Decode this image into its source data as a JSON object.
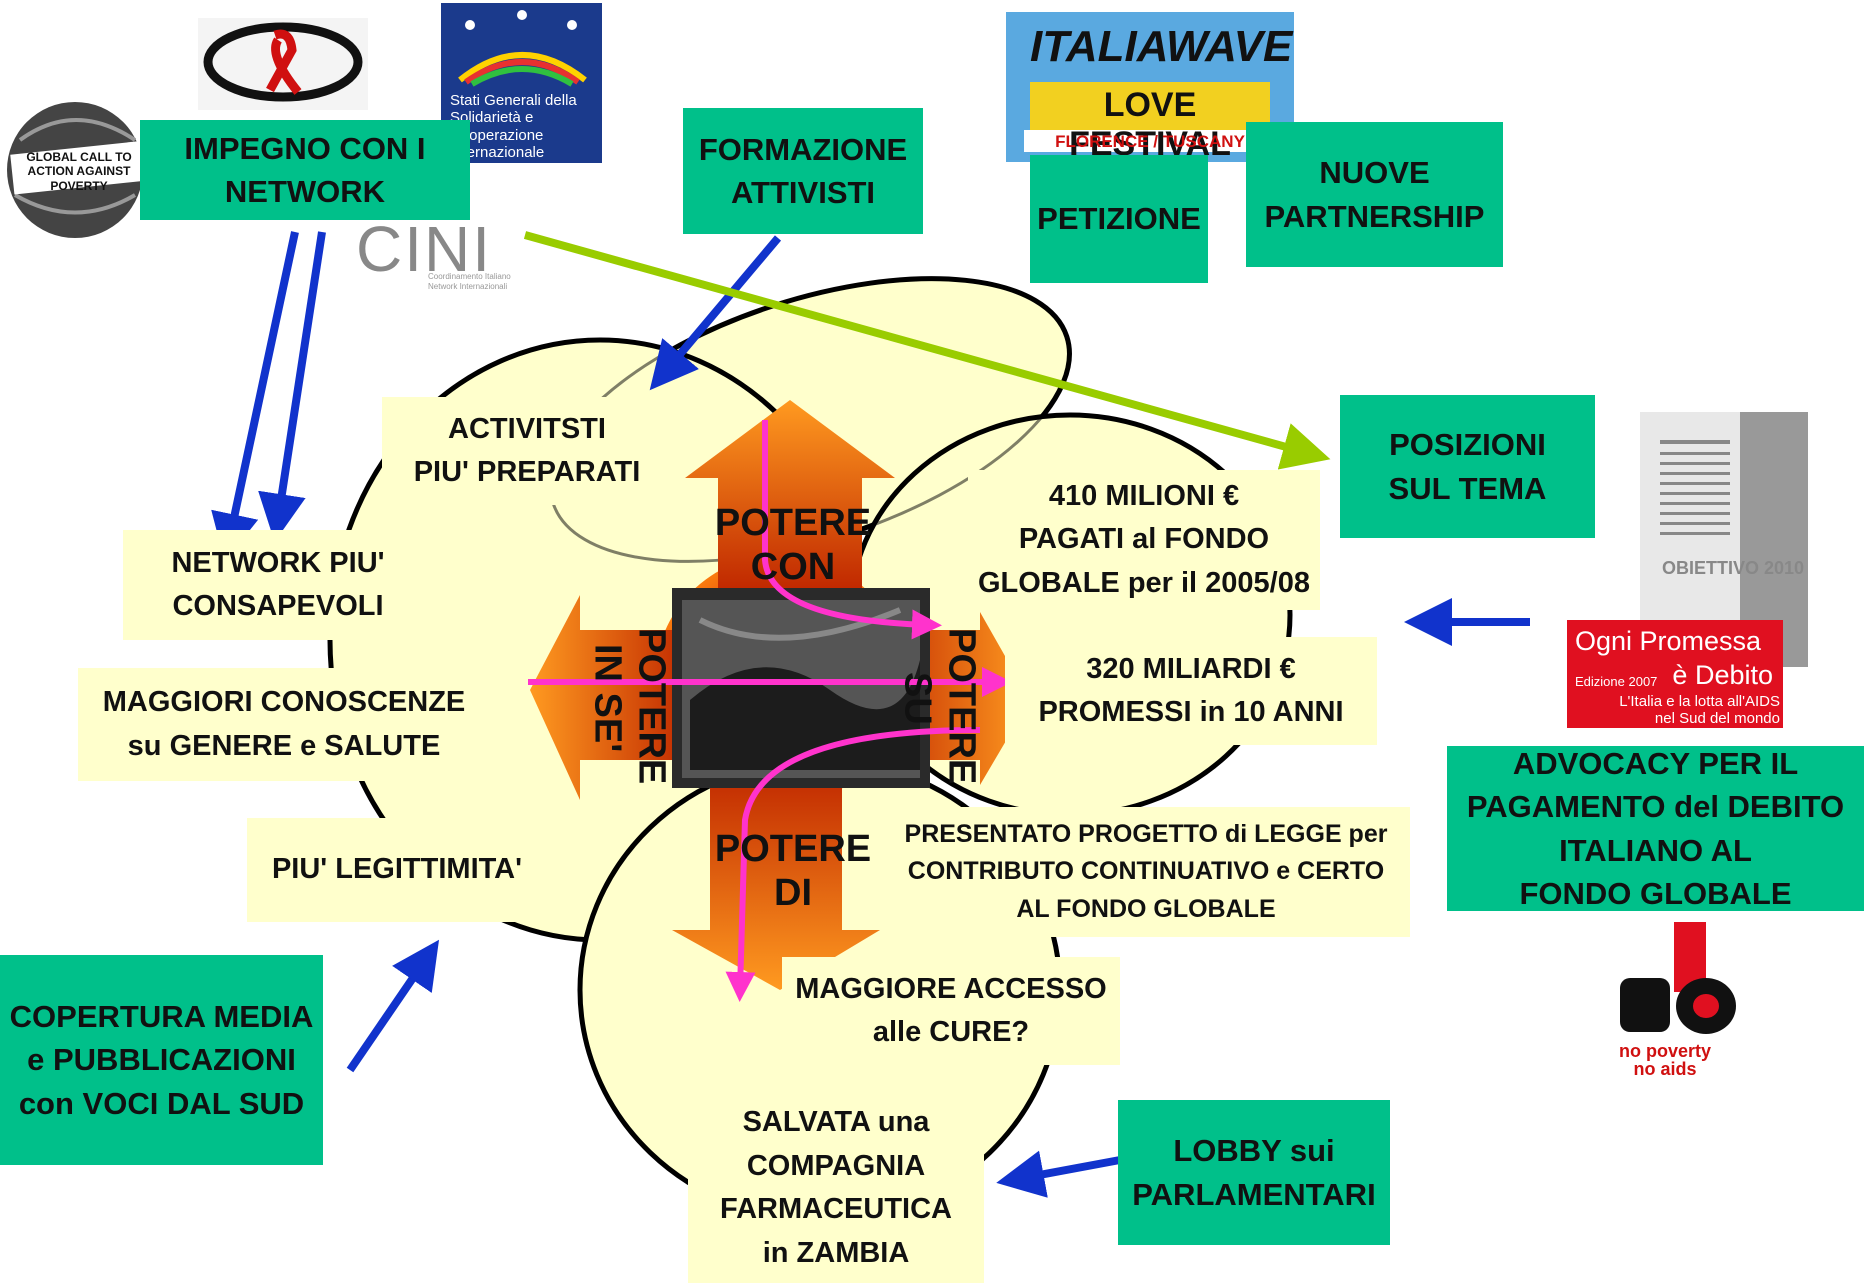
{
  "boxes": {
    "impegno": "IMPEGNO CON I\nNETWORK",
    "formazione": "FORMAZIONE\nATTIVISTI",
    "petizione": "PETIZIONE",
    "nuove": "NUOVE\nPARTNERSHIP",
    "posizioni": "POSIZIONI\nSUL TEMA",
    "advocacy": "ADVOCACY PER IL\nPAGAMENTO del DEBITO\nITALIANO AL\nFONDO GLOBALE",
    "copertura": "COPERTURA MEDIA\ne PUBBLICAZIONI\ncon VOCI DAL SUD",
    "lobby": "LOBBY sui\nPARLAMENTARI"
  },
  "outcomes": {
    "activisti": "ACTIVITSTI\nPIU' PREPARATI",
    "network": "NETWORK PIU'\nCONSAPEVOLI",
    "conoscenze": "MAGGIORI CONOSCENZE\nsu GENERE e SALUTE",
    "legittimita": "PIU' LEGITTIMITA'",
    "milioni": "410 MILIONI €\nPAGATI al FONDO\nGLOBALE per il 2005/08",
    "miliardi": "320 MILIARDI €\nPROMESSI in 10 ANNI",
    "progetto": "PRESENTATO PROGETTO di LEGGE per\nCONTRIBUTO CONTINUATIVO e CERTO\nAL FONDO GLOBALE",
    "accesso": "MAGGIORE ACCESSO\nalle CURE?",
    "salvata": "SALVATA una\nCOMPAGNIA\nFARMACEUTICA\nin ZAMBIA"
  },
  "powers": {
    "con": "POTERE\nCON",
    "di": "POTERE\nDI",
    "in_se": "POTERE\nIN SE'",
    "su": "POTERE\nSU"
  },
  "logos": {
    "global_call": "GLOBAL CALL TO ACTION AGAINST POVERTY",
    "stati_generali": "Stati Generali della Solidarietà e Cooperazione Internazionale",
    "cini": "CINI",
    "cini_sub": "Coordinamento Italiano Network Internazionali",
    "italiawave": "ITALIAWAVE",
    "love_festival": "LOVE FESTIVAL",
    "florence": "FLORENCE / TUSCANY",
    "obiettivo": "OBIETTIVO 2010",
    "ogni_promessa": "Ogni Promessa",
    "e_debito": "è Debito",
    "edizione": "Edizione 2007",
    "lotta": "L'Italia e la lotta all'AIDS\nnel Sud del mondo",
    "no_poverty": "no poverty",
    "no_aids": "no aids"
  },
  "colors": {
    "green": "#00c08a",
    "yellow": "#ffffcc",
    "orange": "#e8600a",
    "magenta": "#ff33cc",
    "blue": "#1133cc",
    "lime": "#99cc00"
  }
}
